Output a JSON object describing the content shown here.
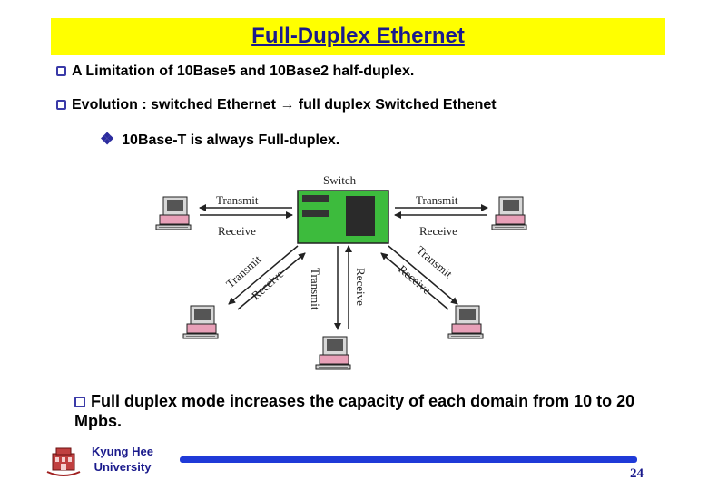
{
  "slide": {
    "title": "Full-Duplex Ethernet",
    "bullets": [
      "A Limitation of 10Base5 and 10Base2  half-duplex.",
      "Evolution : switched Ethernet → full duplex Switched Ethenet"
    ],
    "sub_bullet": "10Base-T is always Full-duplex.",
    "conclusion": "Full duplex mode increases the capacity of each domain from 10 to 20 Mpbs."
  },
  "diagram": {
    "switch_label": "Switch",
    "links": {
      "left": {
        "top": "Transmit",
        "bottom": "Receive"
      },
      "right": {
        "top": "Transmit",
        "bottom": "Receive"
      },
      "lower_left": {
        "outer": "Transmit",
        "inner": "Receive"
      },
      "lower_right": {
        "outer": "Transmit",
        "inner": "Receive"
      },
      "bottom": {
        "left": "Transmit",
        "right": "Receive"
      }
    },
    "switch_color": "#3dbb3d",
    "pc_color": "#e8a0b8"
  },
  "footer": {
    "university_line1": "Kyung Hee",
    "university_line2": "University",
    "page_number": "24",
    "rule_color": "#1f3ad8"
  },
  "icons": [
    "q-bullet-icon",
    "diamond-bullet-icon",
    "arrow-right-icon",
    "university-logo-icon",
    "computer-icon"
  ]
}
